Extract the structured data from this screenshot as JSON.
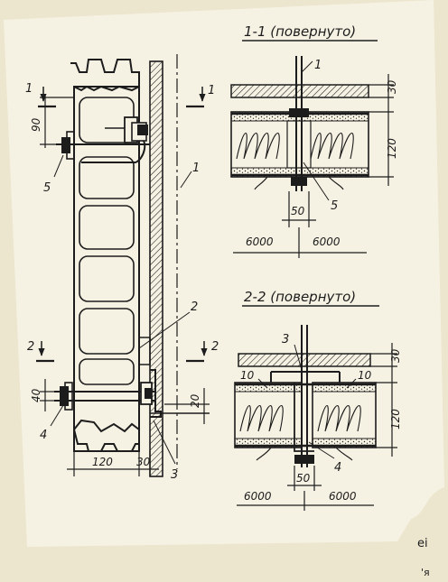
{
  "section_1": {
    "title": "1-1 (повернуто)",
    "dim_30": "30",
    "dim_120": "120",
    "dim_50": "50",
    "dim_left": "6000",
    "dim_right": "6000",
    "label_1": "1",
    "label_5": "5"
  },
  "section_2": {
    "title": "2-2 (повернуто)",
    "dim_30": "30",
    "dim_120": "120",
    "dim_10_left": "10",
    "dim_10_right": "10",
    "dim_50": "50",
    "dim_left": "6000",
    "dim_right": "6000",
    "label_3": "3",
    "label_4": "4"
  },
  "elevation": {
    "cut_1_left": "1",
    "cut_1_right": "1",
    "cut_2_left": "2",
    "cut_2_right": "2",
    "dim_90": "90",
    "dim_40": "40",
    "dim_20": "20",
    "dim_120": "120",
    "dim_30": "30",
    "label_1": "1",
    "label_2": "2",
    "label_3": "3",
    "label_4": "4",
    "label_5": "5"
  },
  "page_fragments": {
    "right_edge_1": "ei",
    "right_edge_2": "'я"
  }
}
